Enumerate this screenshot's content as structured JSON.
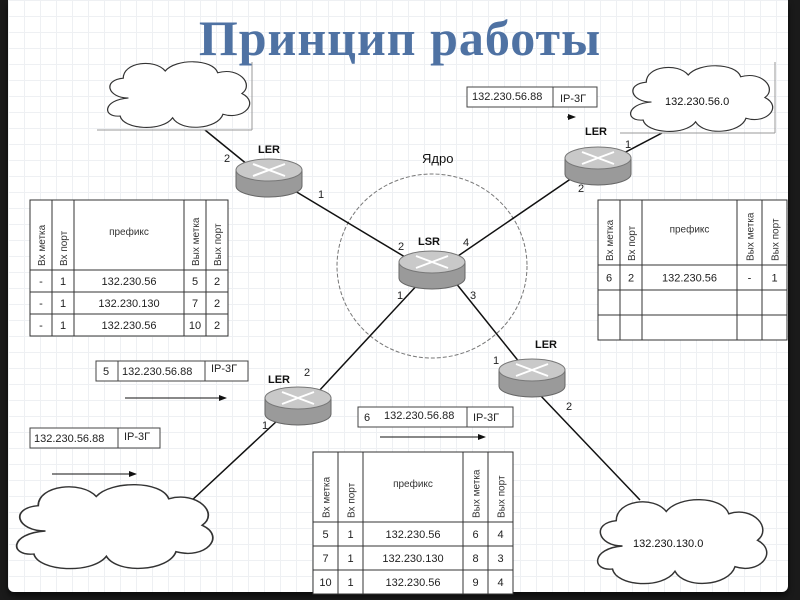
{
  "title": "Принцип работы",
  "core_label": "Ядро",
  "routers": {
    "ler_top_left": {
      "label": "LER",
      "ports": [
        "2",
        "1"
      ]
    },
    "ler_top_right": {
      "label": "LER",
      "ports": [
        "1",
        "2"
      ]
    },
    "lsr_center": {
      "label": "LSR",
      "ports": [
        "2",
        "4",
        "1",
        "3"
      ]
    },
    "ler_bottom_left": {
      "label": "LER",
      "ports": [
        "2",
        "1"
      ]
    },
    "ler_bottom_right": {
      "label": "LER",
      "ports": [
        "1",
        "2"
      ]
    }
  },
  "clouds": {
    "top_left": "",
    "top_right": "132.230.56.0",
    "bottom_left": "",
    "bottom_right": "132.230.130.0"
  },
  "packets": {
    "source": {
      "label": "",
      "address": "132.230.56.88",
      "proto": "IP-3Г"
    },
    "after_ingress": {
      "label": "5",
      "address": "132.230.56.88",
      "proto": "IP-3Г"
    },
    "after_lsr": {
      "label": "6",
      "address": "132.230.56.88",
      "proto": "IP-3Г"
    },
    "at_egress": {
      "label": "",
      "address": "132.230.56.88",
      "proto": "IP-3Г"
    }
  },
  "table_headers": {
    "in_label": "Вх метка",
    "in_port": "Вх порт",
    "prefix": "префикс",
    "out_label": "Вых метка",
    "out_port": "Вых порт"
  },
  "tables": {
    "left_ler": {
      "rows": [
        {
          "in_label": "-",
          "in_port": "1",
          "prefix": "132.230.56",
          "out_label": "5",
          "out_port": "2"
        },
        {
          "in_label": "-",
          "in_port": "1",
          "prefix": "132.230.130",
          "out_label": "7",
          "out_port": "2"
        },
        {
          "in_label": "-",
          "in_port": "1",
          "prefix": "132.230.56",
          "out_label": "10",
          "out_port": "2"
        }
      ]
    },
    "right_ler": {
      "rows": [
        {
          "in_label": "6",
          "in_port": "2",
          "prefix": "132.230.56",
          "out_label": "-",
          "out_port": "1"
        },
        {
          "in_label": "",
          "in_port": "",
          "prefix": "",
          "out_label": "",
          "out_port": ""
        },
        {
          "in_label": "",
          "in_port": "",
          "prefix": "",
          "out_label": "",
          "out_port": ""
        }
      ]
    },
    "lsr": {
      "rows": [
        {
          "in_label": "5",
          "in_port": "1",
          "prefix": "132.230.56",
          "out_label": "6",
          "out_port": "4"
        },
        {
          "in_label": "7",
          "in_port": "1",
          "prefix": "132.230.130",
          "out_label": "8",
          "out_port": "3"
        },
        {
          "in_label": "10",
          "in_port": "1",
          "prefix": "132.230.56",
          "out_label": "9",
          "out_port": "4"
        }
      ]
    }
  },
  "colors": {
    "title": "#4f72a3",
    "router_top": "#c9c9c9",
    "router_side": "#9a9a9a"
  }
}
